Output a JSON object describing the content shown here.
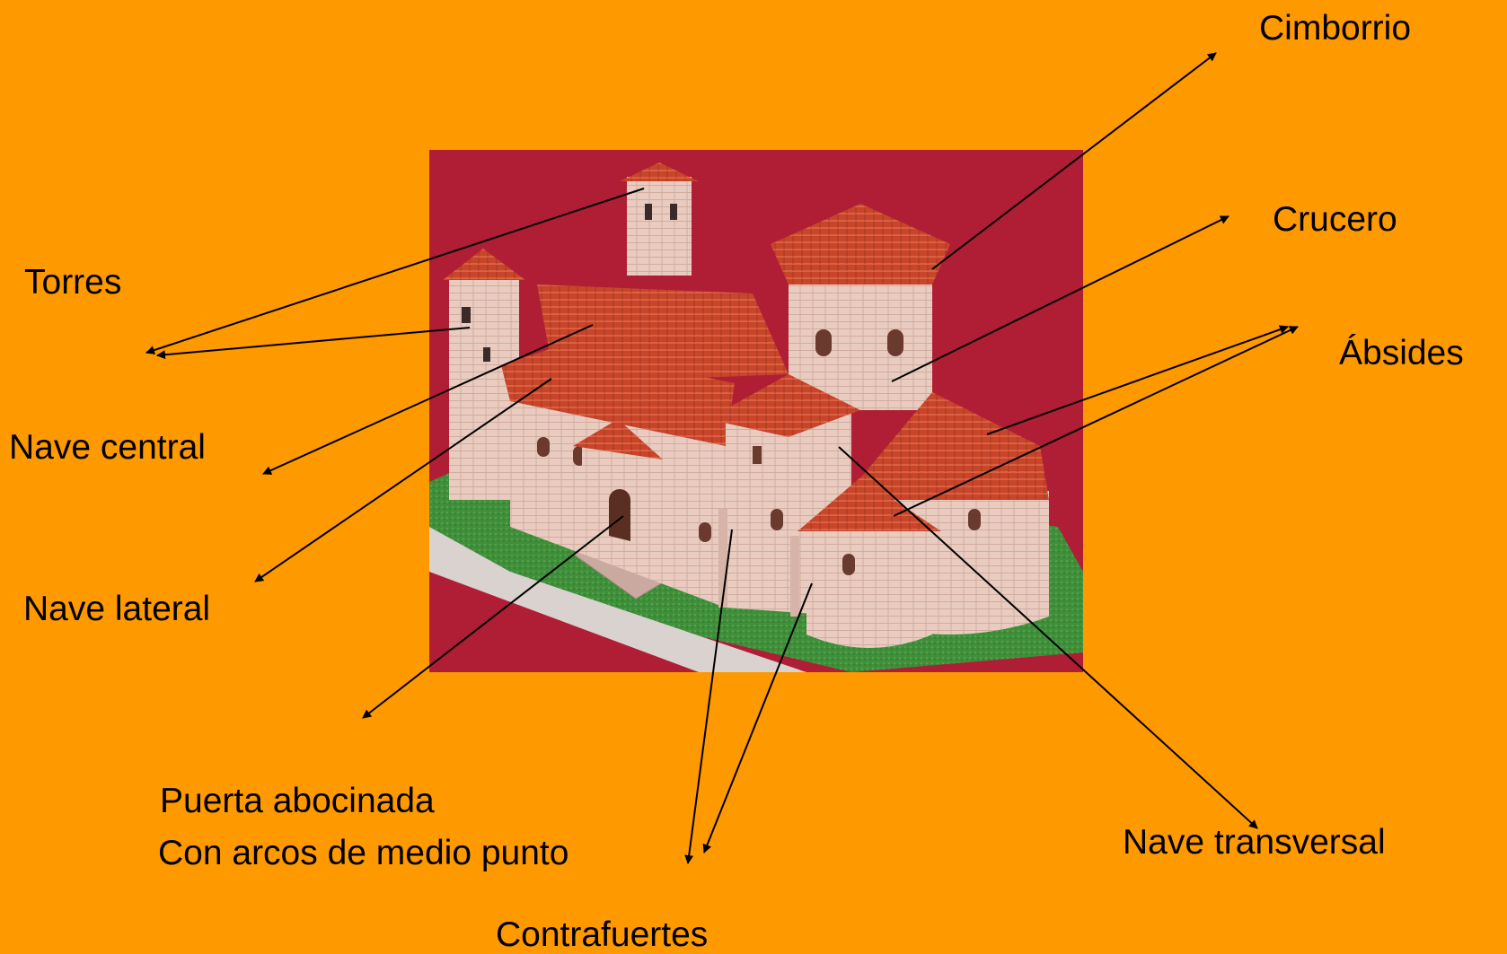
{
  "labels": {
    "cimborrio": "Cimborrio",
    "crucero": "Crucero",
    "torres": "Torres",
    "absides": "Ábsides",
    "nave_central": "Nave central",
    "nave_lateral": "Nave lateral",
    "puerta_line1": "Puerta abocinada",
    "puerta_line2": "Con arcos de medio punto",
    "nave_transversal": "Nave transversal",
    "contrafuertes": "Contrafuertes"
  },
  "colors": {
    "background": "#FF9900",
    "photo_background": "#B01E35",
    "roof_tiles": "#C8452A",
    "walls": "#E8C9BE",
    "lawn": "#3E8E3A",
    "arrows": "#000000"
  },
  "photo": {
    "subject": "romanesque-church-model"
  }
}
